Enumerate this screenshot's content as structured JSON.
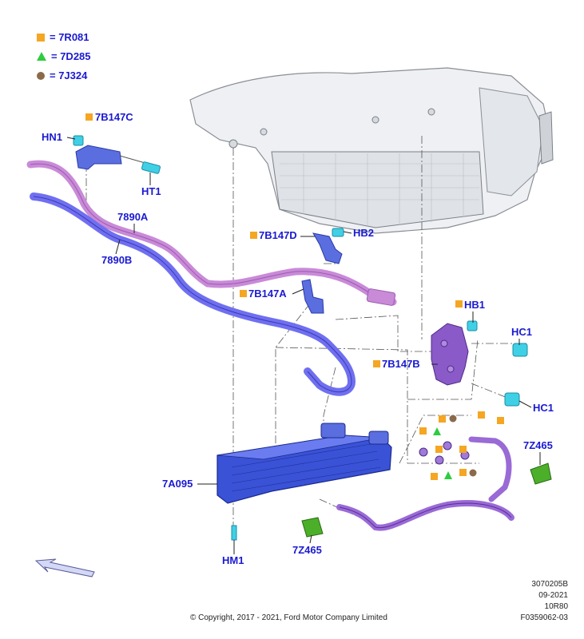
{
  "legend": [
    {
      "symbol": "square",
      "color": "#f5a623",
      "text": "= 7R081"
    },
    {
      "symbol": "triangle",
      "color": "#2ecc40",
      "text": "= 7D285"
    },
    {
      "symbol": "dot",
      "color": "#8b6a4a",
      "text": "= 7J324"
    }
  ],
  "labels": {
    "l_7b147c": "7B147C",
    "l_hn1": "HN1",
    "l_ht1": "HT1",
    "l_7890a": "7890A",
    "l_7890b": "7890B",
    "l_7b147d": "7B147D",
    "l_hb2": "HB2",
    "l_7b147a": "7B147A",
    "l_hb1": "HB1",
    "l_hc1_top": "HC1",
    "l_7b147b": "7B147B",
    "l_hc1_bottom": "HC1",
    "l_7z465_right": "7Z465",
    "l_7a095": "7A095",
    "l_hm1": "HM1",
    "l_7z465_bottom": "7Z465"
  },
  "colors": {
    "label_blue": "#1a1ad2",
    "pipe_pink": "#c98ad8",
    "pipe_blue": "#6f6ff0",
    "cooler_blue": "#3a52d6",
    "bracket_purple": "#8a5ac8",
    "clip_cyan": "#3fd0e6",
    "grommet_green": "#4caf2a",
    "square_orange": "#f5a623",
    "triangle_green": "#2ecc40",
    "dot_brown": "#8b6a4a"
  },
  "meta": {
    "doc_number": "3070205B",
    "date": "09-2021",
    "model": "10R80",
    "figure_id": "F0359062-03"
  },
  "copyright": "© Copyright, 2017 - 2021, Ford Motor Company Limited"
}
